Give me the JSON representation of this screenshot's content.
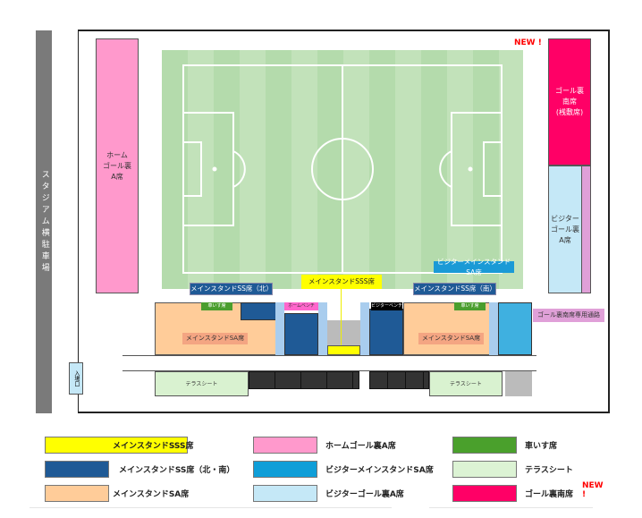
{
  "parking": "スタジアム横駐車場",
  "entrance": "入場口",
  "new_badge": "NEW !",
  "areas": {
    "home_goal": [
      "ホーム",
      "ゴール裏",
      "A席"
    ],
    "south_goal": [
      "ゴール裏",
      "南席",
      "(桟敷席)"
    ],
    "visitor_goal": [
      "ビジター",
      "ゴール裏",
      "A席"
    ],
    "passage": "ゴール裏南席専用通路",
    "ss_north": "メインスタンドSS席（北）",
    "ss_south": "メインスタンドSS席（南）",
    "sss": "メインスタンドSSS席",
    "visitor_sa": "ビジターメインスタンドSA席",
    "sa": "メインスタンドSA席",
    "home_bench": "ホームベンチ",
    "visitor_bench": "ビジターベンチ",
    "wheelchair": "車いす席",
    "terrace": "テラスシート"
  },
  "legend": [
    {
      "label": "メインスタンドSSS席",
      "color": "#ffff00"
    },
    {
      "label": "メインスタンドSS席（北・南）",
      "color": "#1f5a96"
    },
    {
      "label": "メインスタンドSA席",
      "color": "#ffcc99"
    },
    {
      "label": "ホームゴール裏A席",
      "color": "#ff99cc"
    },
    {
      "label": "ビジターメインスタンドSA席",
      "color": "#0f9ed8"
    },
    {
      "label": "ビジターゴール裏A席",
      "color": "#c5e8f7"
    },
    {
      "label": "車いす席",
      "color": "#4aa02c"
    },
    {
      "label": "テラスシート",
      "color": "#dcf3d4"
    },
    {
      "label": "ゴール裏南席",
      "color": "#ff0066"
    }
  ]
}
